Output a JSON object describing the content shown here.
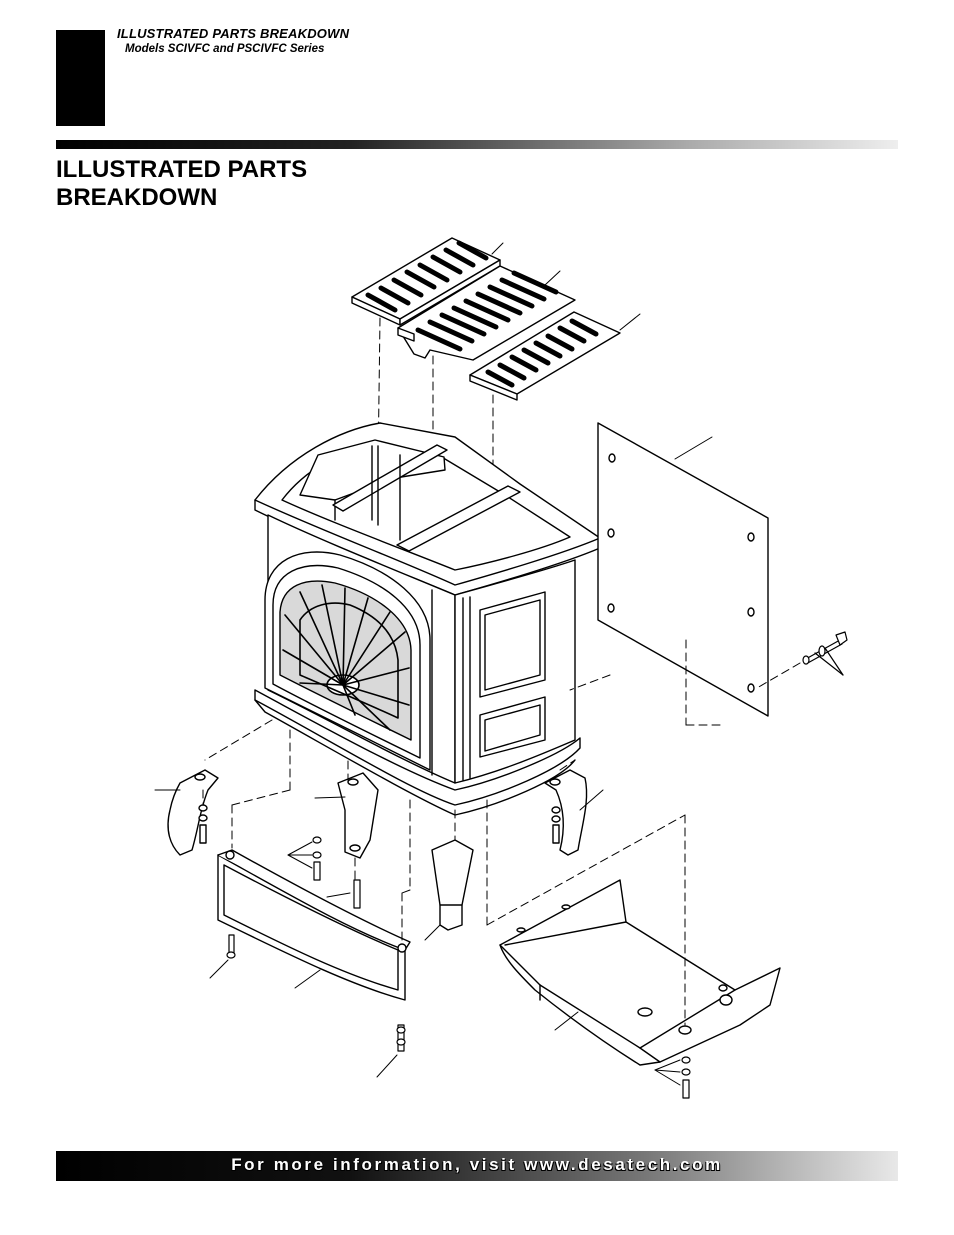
{
  "header": {
    "section_title": "ILLUSTRATED PARTS BREAKDOWN",
    "subtitle": "Models SCIVFC and PSCIVFC Series"
  },
  "page": {
    "title_line1": "ILLUSTRATED PARTS",
    "title_line2": "BREAKDOWN"
  },
  "footer": {
    "text": "For more information, visit www.desatech.com"
  },
  "colors": {
    "ink": "#000000",
    "paper": "#ffffff",
    "glass": "#d9d9d9"
  }
}
